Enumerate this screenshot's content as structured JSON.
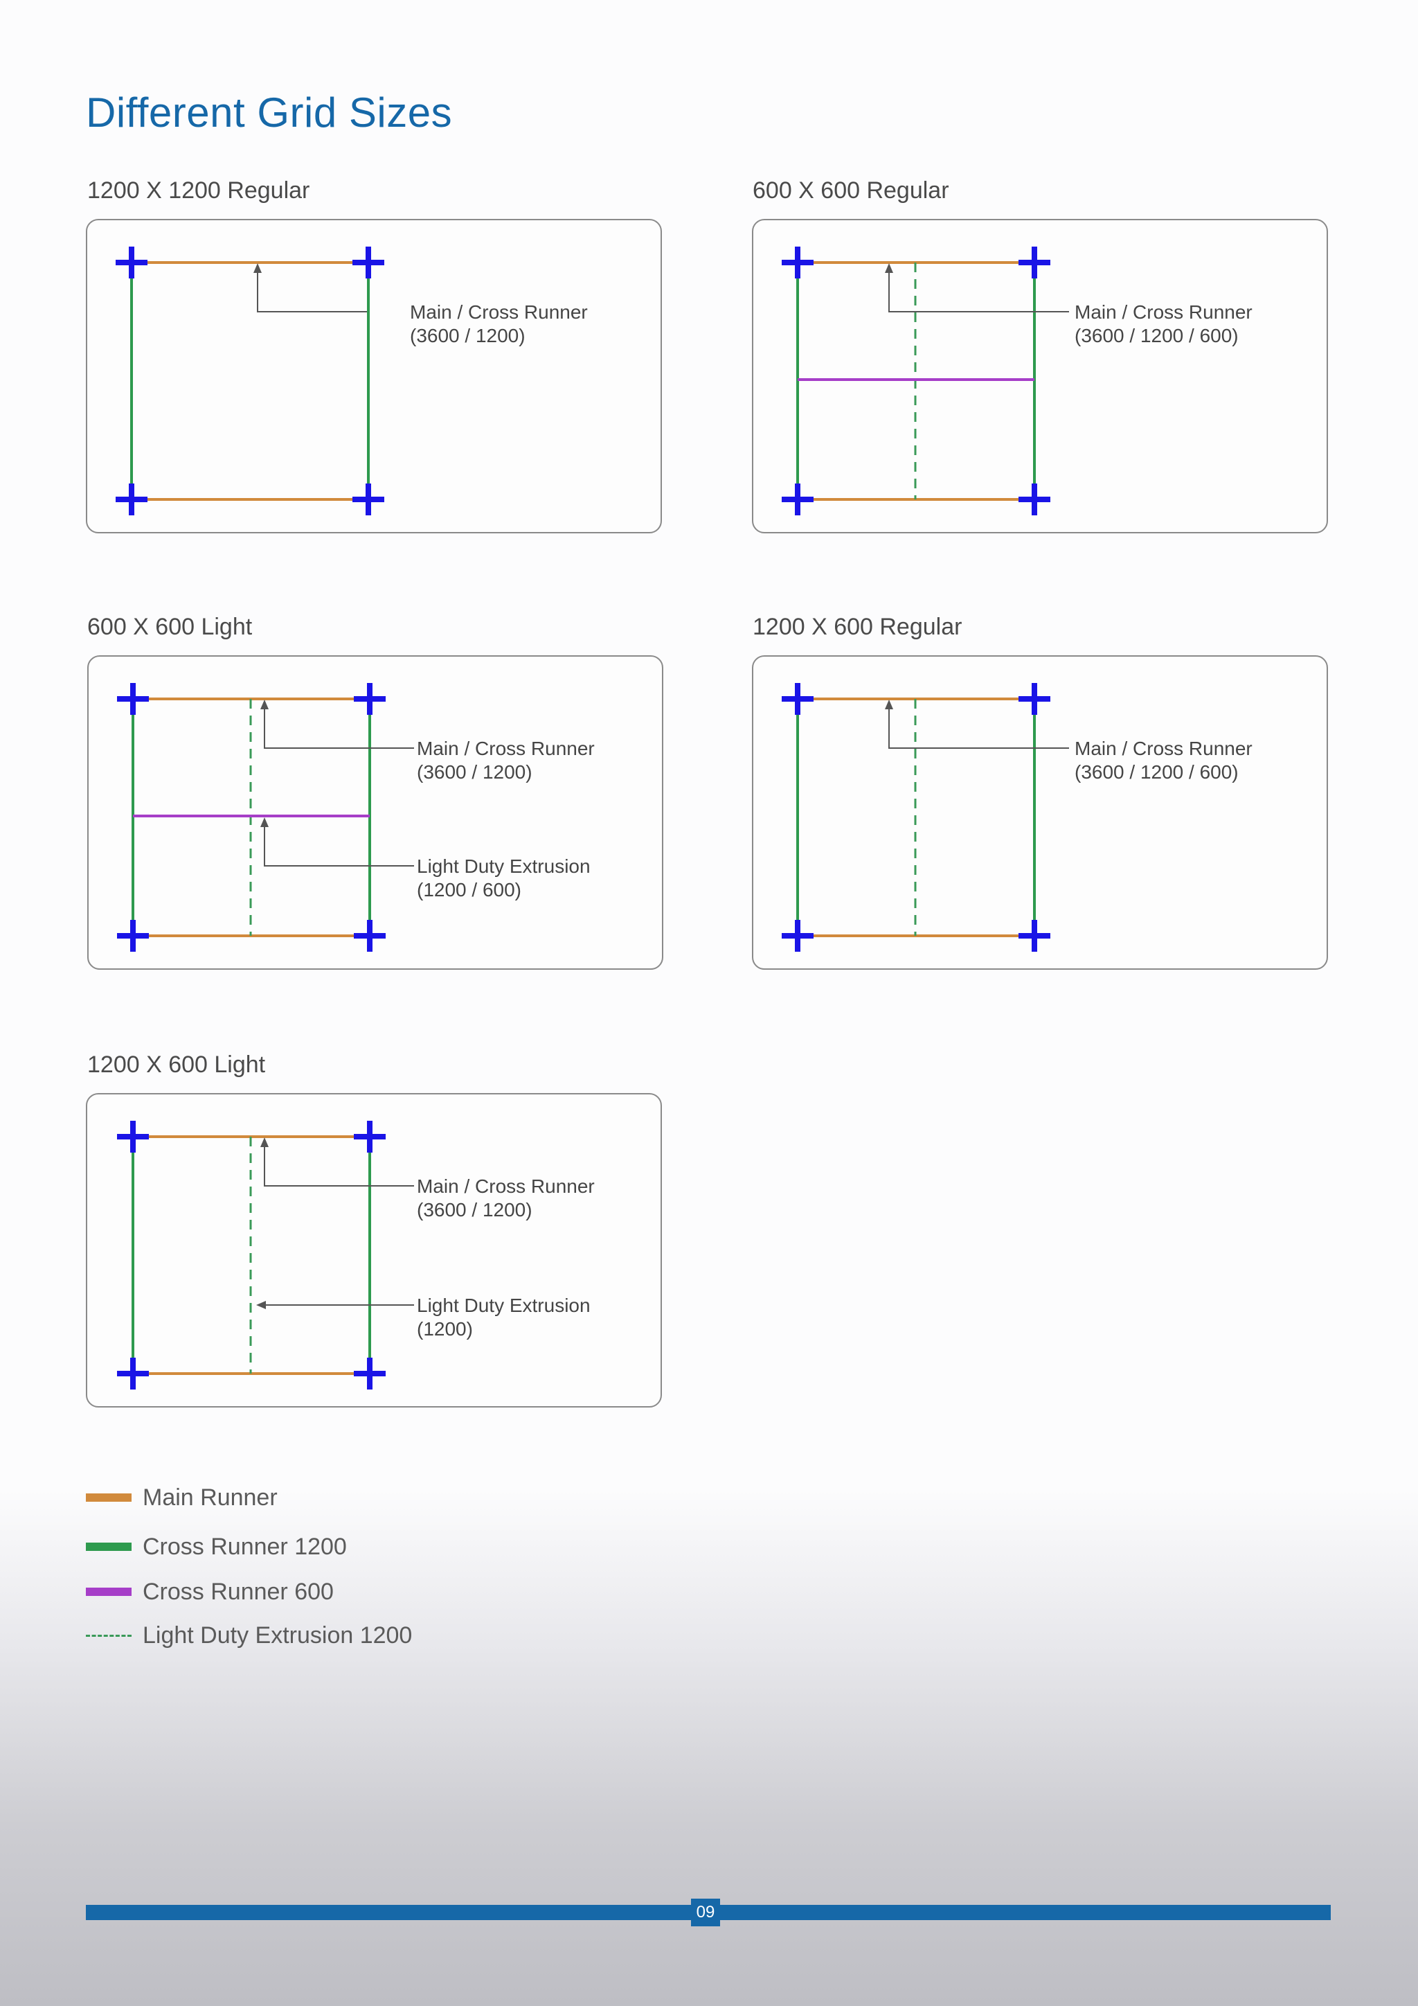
{
  "page": {
    "title": "Different Grid Sizes",
    "page_number": "09"
  },
  "colors": {
    "main_runner": "#d18a3c",
    "cross_runner_1200": "#2e9a4e",
    "cross_runner_600": "#a63ec8",
    "light_duty": "#3a9a58",
    "cross_marker": "#1a14e6",
    "accent": "#1668a8"
  },
  "panels": [
    {
      "title": "1200 X 1200 Regular",
      "callouts": [
        {
          "line1": "Main / Cross Runner",
          "line2": "(3600 / 1200)"
        }
      ]
    },
    {
      "title": "600 X 600 Regular",
      "callouts": [
        {
          "line1": "Main / Cross Runner",
          "line2": "(3600 / 1200 / 600)"
        }
      ]
    },
    {
      "title": "600 X 600 Light",
      "callouts": [
        {
          "line1": "Main / Cross Runner",
          "line2": "(3600 / 1200)"
        },
        {
          "line1": "Light Duty Extrusion",
          "line2": "(1200 / 600)"
        }
      ]
    },
    {
      "title": "1200 X 600 Regular",
      "callouts": [
        {
          "line1": "Main / Cross Runner",
          "line2": "(3600 / 1200 / 600)"
        }
      ]
    },
    {
      "title": "1200 X 600 Light",
      "callouts": [
        {
          "line1": "Main / Cross Runner",
          "line2": "(3600 / 1200)"
        },
        {
          "line1": "Light Duty Extrusion",
          "line2": "(1200)"
        }
      ]
    }
  ],
  "legend": [
    {
      "label": "Main Runner",
      "style": "solid",
      "color": "#d18a3c"
    },
    {
      "label": "Cross Runner 1200",
      "style": "solid",
      "color": "#2e9a4e"
    },
    {
      "label": "Cross Runner 600",
      "style": "solid",
      "color": "#a63ec8"
    },
    {
      "label": "Light Duty Extrusion 1200",
      "style": "dashed",
      "color": "#3a9a58"
    }
  ]
}
